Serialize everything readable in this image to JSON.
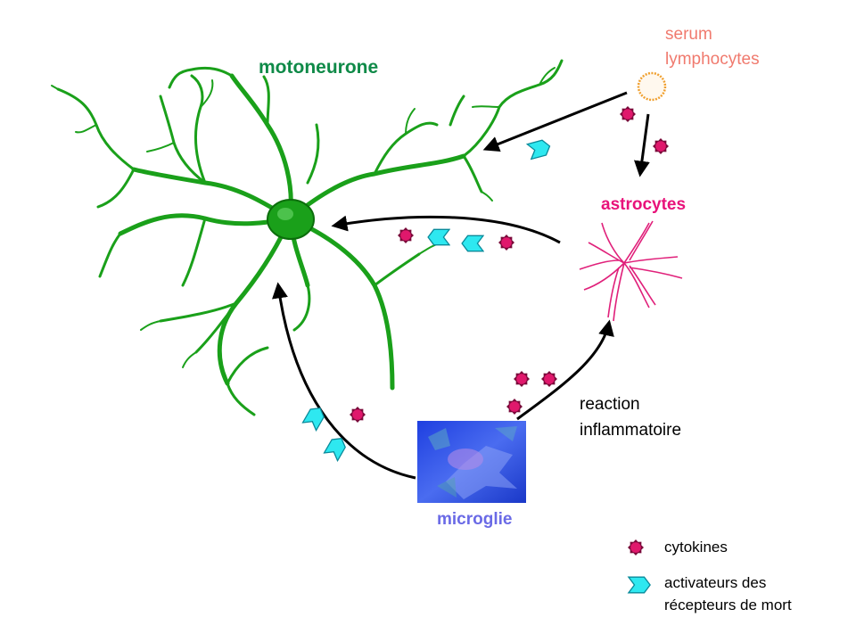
{
  "labels": {
    "motoneurone": "motoneurone",
    "serum": "serum",
    "lymphocytes": "lymphocytes",
    "astrocytes": "astrocytes",
    "reaction": "reaction",
    "inflammatoire": "inflammatoire",
    "microglie": "microglie"
  },
  "legend": {
    "cytokines": "cytokines",
    "activators_line1": "activateurs des",
    "activators_line2": "récepteurs de mort"
  },
  "colors": {
    "neuron": "#1aa01a",
    "neuron_dark": "#0c6e0c",
    "motoneurone_label": "#0f8a48",
    "serum_label": "#f07a6e",
    "lymphocyte": "#f0a030",
    "astrocyte_label": "#e8127a",
    "astrocyte": "#e0207a",
    "microglie_label": "#6a6ae6",
    "microglia": "#2a4ed6",
    "cytokine": "#e0186c",
    "activator": "#2ee8f0",
    "arrow": "#000000"
  },
  "icons": {
    "cytokine": "star-dot-icon",
    "activator": "chevron-icon"
  }
}
